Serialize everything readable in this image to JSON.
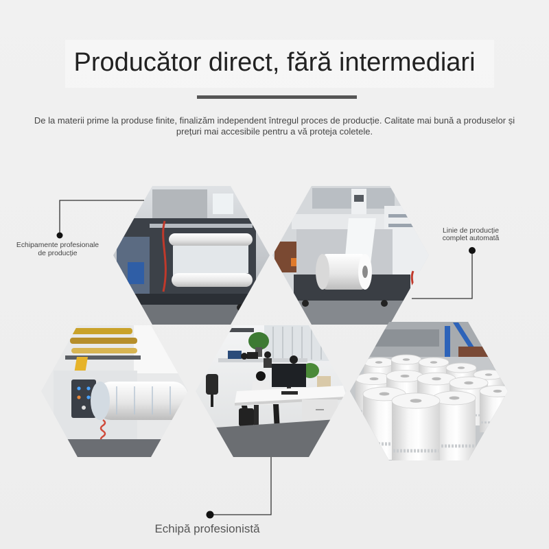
{
  "header": {
    "title": "Producător direct, fără intermediari",
    "subtitle_lines": [
      "De la materii prime la produse finite, finalizăm independent întregul proces de producție. Calitate mai bună a produselor și",
      "prețuri mai accesibile pentru a vă proteja coletele."
    ]
  },
  "annotations": {
    "equipment": {
      "lines": [
        "Echipamente profesionale",
        "de producție"
      ]
    },
    "production_line": {
      "lines": [
        "Linie de producție",
        "complet automată"
      ]
    },
    "team": {
      "label": "Echipă profesionistă"
    }
  },
  "photos": [
    {
      "subject": "production-equipment"
    },
    {
      "subject": "automated-production-line"
    },
    {
      "subject": "slitting-machine"
    },
    {
      "subject": "office-team"
    },
    {
      "subject": "film-rolls"
    }
  ],
  "colors": {
    "background": "#eeeeee",
    "title": "#222222",
    "text": "#444444",
    "rule": "#555555",
    "marker": "#111111"
  }
}
